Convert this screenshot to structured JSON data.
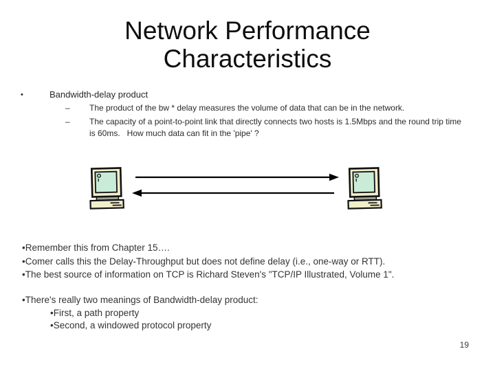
{
  "title": {
    "line1": "Network Performance",
    "line2": "Characteristics"
  },
  "content": {
    "main_bullet": {
      "marker": "•",
      "text": "Bandwidth-delay product"
    },
    "sub_bullets": [
      {
        "marker": "–",
        "text": "The product of the bw * delay measures the volume of data that can be in the network."
      },
      {
        "marker": "–",
        "text": "The capacity of a point-to-point link that directly connects two hosts is 1.5Mbps and the round trip time is 60ms.   How much data can fit in the 'pipe' ?"
      }
    ]
  },
  "diagram": {
    "left_icon": "computer-icon",
    "right_icon": "computer-icon",
    "top_arrow_direction": "right",
    "bottom_arrow_direction": "left",
    "icon_colors": {
      "case": "#f1eecb",
      "screen": "#c9ecd9",
      "shadow": "#9aa096",
      "outline": "#111111"
    }
  },
  "notes1": [
    "•Remember this from Chapter 15….",
    "•Comer calls this the Delay-Throughput but does not define delay (i.e., one-way or RTT).",
    "•The best source of information on TCP is Richard Steven's \"TCP/IP Illustrated, Volume 1\"."
  ],
  "notes2": [
    "•There's really two meanings of Bandwidth-delay product:",
    "•First, a path property",
    "•Second, a windowed protocol property"
  ],
  "page_number": "19"
}
